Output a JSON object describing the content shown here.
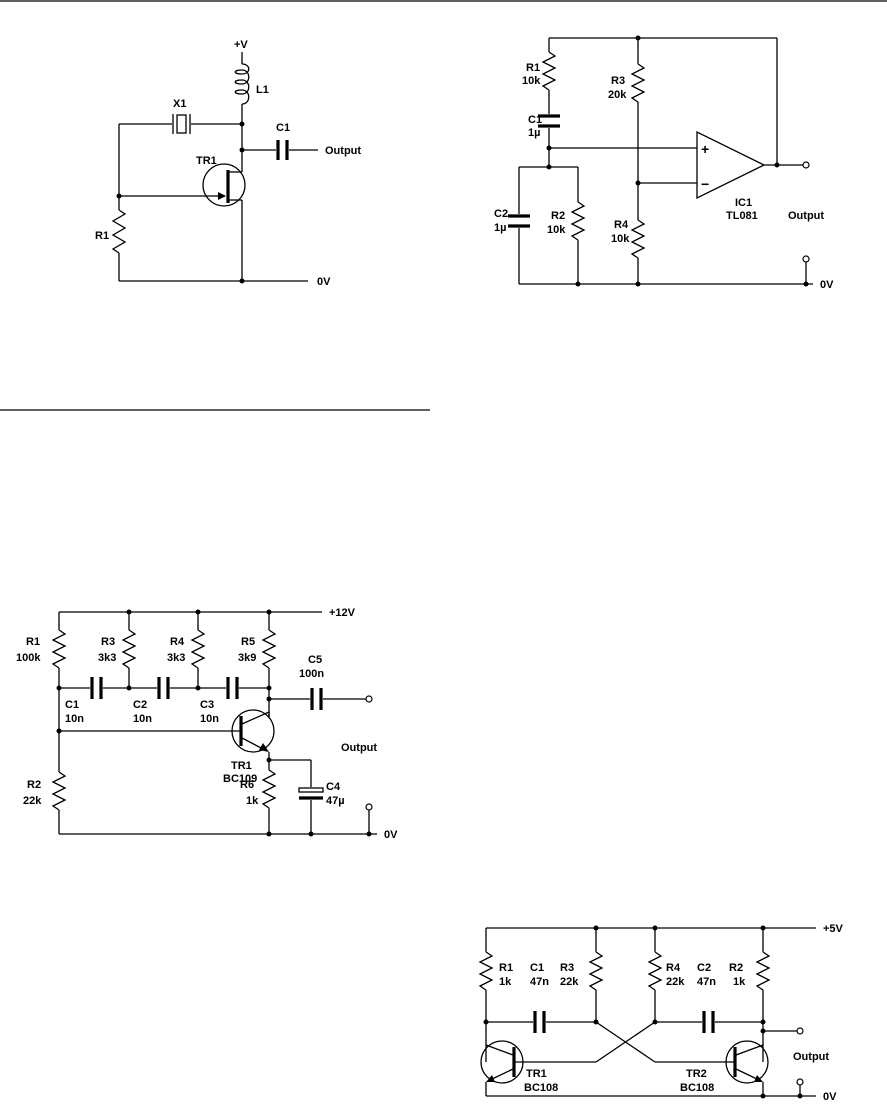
{
  "circuits": {
    "crystal": {
      "supply": "+V",
      "inductor": {
        "ref": "L",
        "num": "1"
      },
      "crystal": "X1",
      "capacitor": {
        "ref": "C",
        "num": "1"
      },
      "output": "Output",
      "transistor": "TR1",
      "resistor": {
        "ref": "R",
        "num": "1"
      },
      "ground": "0V"
    },
    "wien": {
      "r1": {
        "ref": "R",
        "num": "1",
        "val": "10k"
      },
      "c1": {
        "ref": "C",
        "num": "1",
        "val": "1µ"
      },
      "r3": {
        "ref": "R",
        "num": "3",
        "val": "20k"
      },
      "c2": {
        "ref": "C",
        "num": "2",
        "val": "1µ"
      },
      "r2": {
        "ref": "R",
        "num": "2",
        "val": "10k"
      },
      "r4": {
        "ref": "R",
        "num": "4",
        "val": "10k"
      },
      "ic": {
        "ref": "IC1",
        "part": "TL081"
      },
      "plus": "+",
      "minus": "−",
      "output": "Output",
      "ground": "0V"
    },
    "phase": {
      "supply": "+12V",
      "r1": {
        "ref": "R",
        "num": "1",
        "val": "100k"
      },
      "r3": {
        "ref": "R",
        "num": "3",
        "val": "3k3"
      },
      "r4": {
        "ref": "R",
        "num": "4",
        "val": "3k3"
      },
      "r5": {
        "ref": "R",
        "num": "5",
        "val": "3k9"
      },
      "c5": {
        "ref": "C",
        "num": "5",
        "val": "100n"
      },
      "c1": {
        "ref": "C",
        "num": "1",
        "val": "10n"
      },
      "c2": {
        "ref": "C",
        "num": "2",
        "val": "10n"
      },
      "c3": {
        "ref": "C",
        "num": "3",
        "val": "10n"
      },
      "tr": {
        "ref": "TR1",
        "part": "BC109"
      },
      "output": "Output",
      "r2": {
        "ref": "R",
        "num": "2",
        "val": "22k"
      },
      "r6": {
        "ref": "R",
        "num": "6",
        "val": "1k"
      },
      "c4": {
        "ref": "C",
        "num": "4",
        "val": "47µ"
      },
      "ground": "0V"
    },
    "multi": {
      "supply": "+5V",
      "r1": {
        "ref": "R",
        "num": "1",
        "val": "1k"
      },
      "c1": {
        "ref": "C",
        "num": "1",
        "val": "47n"
      },
      "r3": {
        "ref": "R",
        "num": "3",
        "val": "22k"
      },
      "r4": {
        "ref": "R",
        "num": "4",
        "val": "22k"
      },
      "c2": {
        "ref": "C",
        "num": "2",
        "val": "47n"
      },
      "r2": {
        "ref": "R",
        "num": "2",
        "val": "1k"
      },
      "output": "Output",
      "tr1": {
        "ref": "TR1",
        "part": "BC108"
      },
      "tr2": {
        "ref": "TR2",
        "part": "BC108"
      },
      "ground": "0V"
    }
  }
}
